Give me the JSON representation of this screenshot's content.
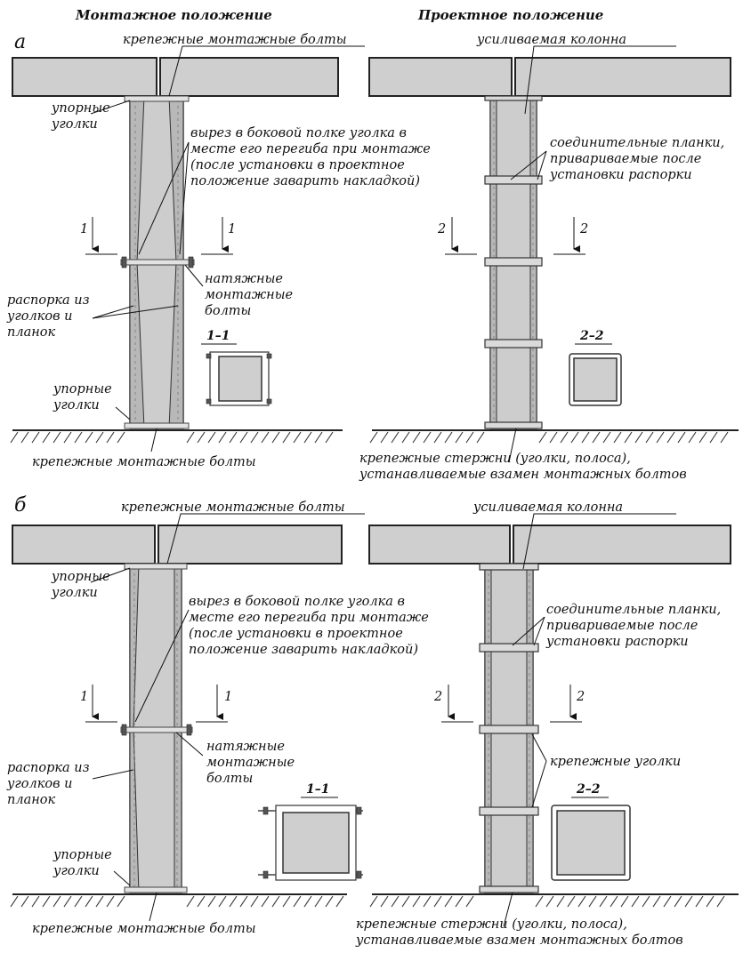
{
  "headers": {
    "mounting": "Монтажное положение",
    "design": "Проектное положение"
  },
  "panel_a": {
    "letter": "а",
    "left": {
      "top_bolts": "крепежные монтажные болты",
      "stop_angles_top": [
        "упорные",
        "уголки"
      ],
      "cutout": [
        "вырез в боковой полке уголка в",
        "месте его перегиба при монтаже",
        "(после установки в проектное",
        "положение заварить накладкой)"
      ],
      "cut_mark": "1",
      "tension_bolts": [
        "натяжные",
        "монтажные",
        "болты"
      ],
      "strut": [
        "распорка из",
        "уголков и",
        "планок"
      ],
      "section": "1–1",
      "stop_angles_bottom": [
        "упорные",
        "уголки"
      ],
      "bottom_bolts": "крепежные монтажные болты"
    },
    "right": {
      "column": "усиливаемая колонна",
      "plates": [
        "соединительные планки,",
        "привариваемые после",
        "установки распорки"
      ],
      "cut_mark": "2",
      "section": "2–2",
      "rods": [
        "крепежные стержни (уголки, полоса),",
        "устанавливаемые взамен монтажных болтов"
      ]
    }
  },
  "panel_b": {
    "letter": "б",
    "left": {
      "top_bolts": "крепежные монтажные болты",
      "stop_angles_top": [
        "упорные",
        "уголки"
      ],
      "cutout": [
        "вырез в боковой полке уголка в",
        "месте его перегиба при монтаже",
        "(после установки в проектное",
        "положение заварить накладкой)"
      ],
      "cut_mark": "1",
      "tension_bolts": [
        "натяжные",
        "монтажные",
        "болты"
      ],
      "strut": [
        "распорка из",
        "уголков и",
        "планок"
      ],
      "section": "1–1",
      "stop_angles_bottom": [
        "упорные",
        "уголки"
      ],
      "bottom_bolts": "крепежные монтажные болты"
    },
    "right": {
      "column": "усиливаемая колонна",
      "plates": [
        "соединительные планки,",
        "привариваемые после",
        "установки распорки"
      ],
      "cut_mark": "2",
      "fix_angles": "крепежные уголки",
      "section": "2–2",
      "rods": [
        "крепежные стержни (уголки, полоса),",
        "устанавливаемые взамен монтажных болтов"
      ]
    }
  }
}
